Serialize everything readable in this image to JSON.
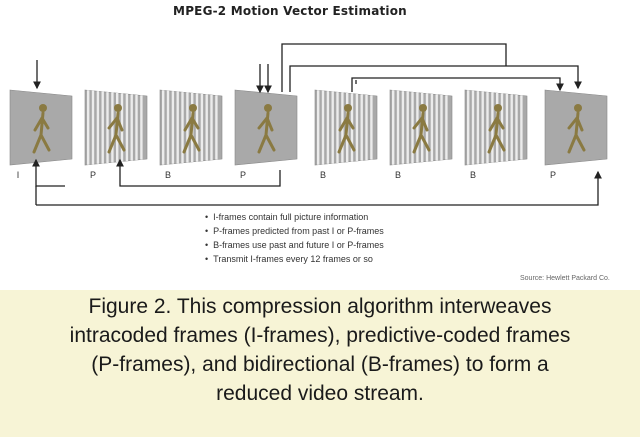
{
  "diagram": {
    "title": "MPEG-2 Motion Vector Estimation",
    "frames": [
      {
        "type": "I",
        "style": "solid"
      },
      {
        "type": "P",
        "style": "striped"
      },
      {
        "type": "B",
        "style": "striped"
      },
      {
        "type": "P",
        "style": "solid"
      },
      {
        "type": "B",
        "style": "striped"
      },
      {
        "type": "B",
        "style": "striped"
      },
      {
        "type": "B",
        "style": "striped"
      },
      {
        "type": "P",
        "style": "solid"
      }
    ],
    "bullets": [
      "I-frames contain full picture information",
      "P-frames predicted from past I or P-frames",
      "B-frames use past and future I or P-frames",
      "Transmit I-frames every 12 frames or so"
    ],
    "source": "Source: Hewlett Packard Co.",
    "colors": {
      "frame_fill": "#a9a9a9",
      "stripe_light": "#ececec",
      "figure": "#8a7a42",
      "arrow": "#222222",
      "caption_bg": "#f7f4d6"
    }
  },
  "caption": {
    "lines": [
      "Figure 2. This compression algorithm interweaves",
      "intracoded frames (I-frames), predictive-coded frames",
      "(P-frames), and bidirectional (B-frames) to form a",
      "reduced video stream."
    ]
  }
}
